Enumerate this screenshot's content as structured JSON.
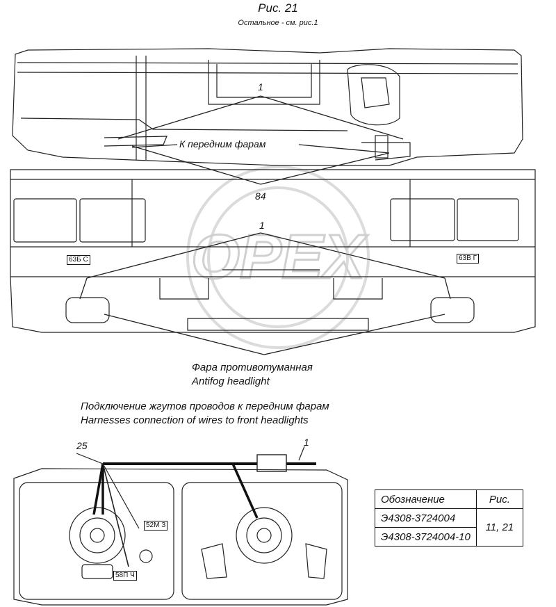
{
  "figure": {
    "title": "Рис. 21",
    "subtitle": "Остальное - см. рис.1"
  },
  "callouts": {
    "harness_top": "1",
    "to_front_headlights": "К передним фарам",
    "item_84": "84",
    "harness_mid": "1",
    "tag_left": "63Б С",
    "tag_right": "63В Г",
    "harness_bottom": "1",
    "item_25": "25",
    "tag_52": "52М З",
    "tag_58": "58П Ч"
  },
  "captions": {
    "antifog_ru": "Фара противотуманная",
    "antifog_en": "Antifog headlight",
    "connection_ru": "Подключение жгутов проводов к передним фарам",
    "connection_en": "Harnesses connection of wires to front headlights"
  },
  "watermark": "OPEX",
  "table": {
    "header": {
      "designation": "Обозначение",
      "figure": "Рис."
    },
    "rows": [
      {
        "designation": "Э4308-3724004"
      },
      {
        "designation": "Э4308-3724004-10"
      }
    ],
    "figures": "11, 21"
  }
}
